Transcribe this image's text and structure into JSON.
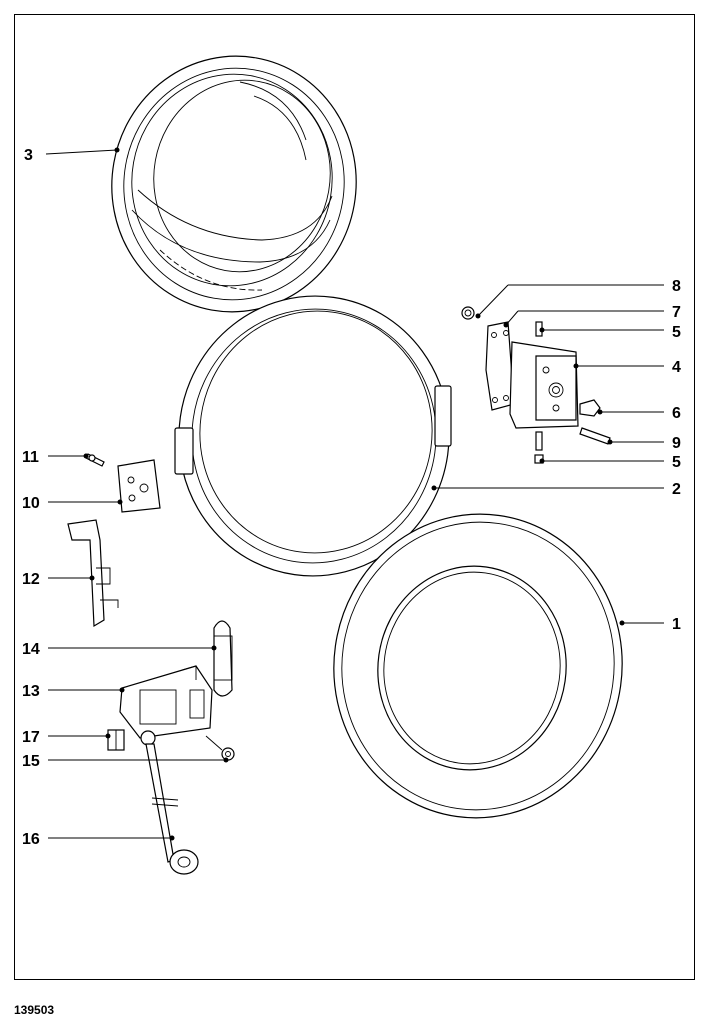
{
  "drawing_number": "139503",
  "callouts": {
    "c3": "3",
    "c8": "8",
    "c7": "7",
    "c5a": "5",
    "c4": "4",
    "c6": "6",
    "c9": "9",
    "c5b": "5",
    "c2": "2",
    "c11": "11",
    "c10": "10",
    "c12": "12",
    "c1": "1",
    "c14": "14",
    "c13": "13",
    "c17": "17",
    "c15": "15",
    "c16": "16"
  }
}
